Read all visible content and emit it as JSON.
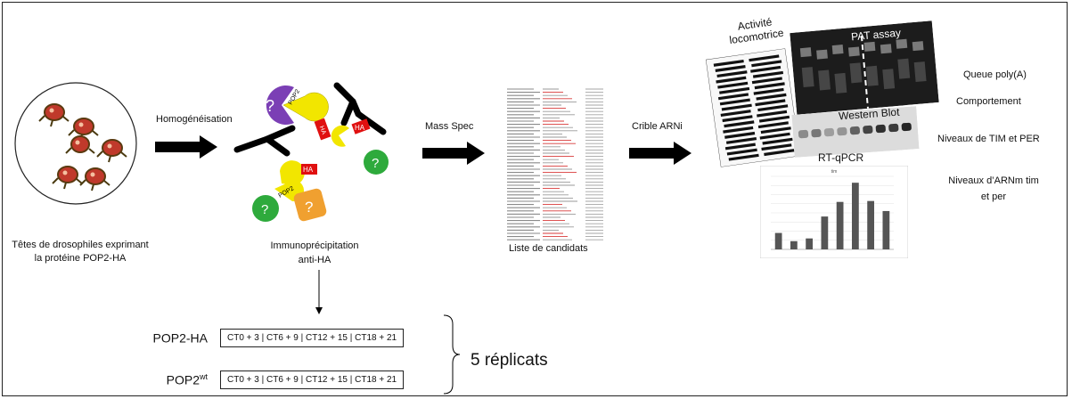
{
  "steps": {
    "heads": {
      "caption_line1": "Têtes de drosophiles exprimant",
      "caption_line2": "la protéine POP2-HA"
    },
    "homogenisation": {
      "label": "Homogénéisation"
    },
    "ip": {
      "caption_line1": "Immunoprécipitation",
      "caption_line2": "anti-HA",
      "tag": "HA",
      "bait": "POP2",
      "unknown": "?"
    },
    "massspec": {
      "label": "Mass Spec"
    },
    "candidates": {
      "caption": "Liste de candidats"
    },
    "rnai": {
      "label": "Crible ARNi"
    }
  },
  "assays": {
    "activity_line1": "Activité",
    "activity_line2": "locomotrice",
    "pat": "PAT assay",
    "western": "Western Blot",
    "rtqpcr": "RT-qPCR"
  },
  "readouts": {
    "polya": "Queue poly(A)",
    "behaviour": "Comportement",
    "tim_per": "Niveaux de TIM et PER",
    "mrna_line1": "Niveaux d’ARNm tim",
    "mrna_line2": "et per"
  },
  "replicates": {
    "rows": [
      {
        "name": "POP2-HA",
        "name_sup": "",
        "timepoints": "CT0 + 3  |  CT6 + 9  |  CT12 + 15  |  CT18 + 21"
      },
      {
        "name": "POP2",
        "name_sup": "wt",
        "timepoints": "CT0 + 3  |  CT6 + 9  |  CT12 + 15  |  CT18 + 21"
      }
    ],
    "summary": "5 réplicats"
  },
  "chart_data": {
    "type": "bar",
    "title": "tim",
    "categories": [
      "",
      "",
      "",
      "",
      "",
      "",
      "",
      ""
    ],
    "values": [
      0.18,
      0.09,
      0.12,
      0.36,
      0.52,
      0.73,
      0.53,
      0.42
    ],
    "ylim": [
      0,
      0.8
    ],
    "grid": true
  },
  "colors": {
    "arrow": "#000000",
    "fly_body": "#c0392b",
    "pop2": "#f2e600",
    "ha": "#e01010",
    "purple": "#7b3fb5",
    "green": "#2eaa3c",
    "orange": "#f0a030",
    "bar": "#555555"
  }
}
